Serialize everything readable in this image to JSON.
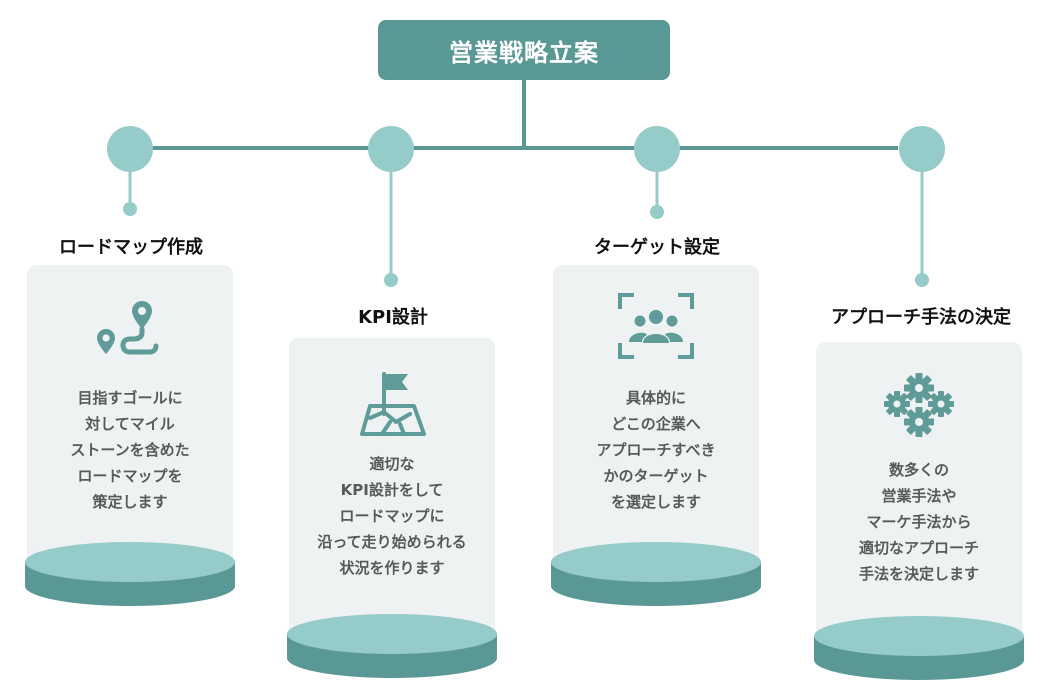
{
  "title": "営業戦略立案",
  "colors": {
    "title_bg": "#5a9896",
    "node": "#95cbc8",
    "icon": "#5f9b98",
    "card_bg": "#eef2f2",
    "pedestal_top": "#95cbc8",
    "pedestal_side": "#5a9896"
  },
  "steps": [
    {
      "heading": "ロードマップ作成",
      "icon": "roadmap-pin-icon",
      "lines": [
        "目指すゴールに",
        "対してマイル",
        "ストーンを含めた",
        "ロードマップを",
        "策定します"
      ]
    },
    {
      "heading": "KPI設計",
      "icon": "flag-map-icon",
      "lines": [
        "適切な",
        "KPI設計をして",
        "ロードマップに",
        "沿って走り始められる",
        "状況を作ります"
      ]
    },
    {
      "heading": "ターゲット設定",
      "icon": "target-people-icon",
      "lines": [
        "具体的に",
        "どこの企業へ",
        "アプローチすべき",
        "かのターゲット",
        "を選定します"
      ]
    },
    {
      "heading": "アプローチ手法の決定",
      "icon": "gears-icon",
      "lines": [
        "数多くの",
        "営業手法や",
        "マーケ手法から",
        "適切なアプローチ",
        "手法を決定します"
      ]
    }
  ]
}
